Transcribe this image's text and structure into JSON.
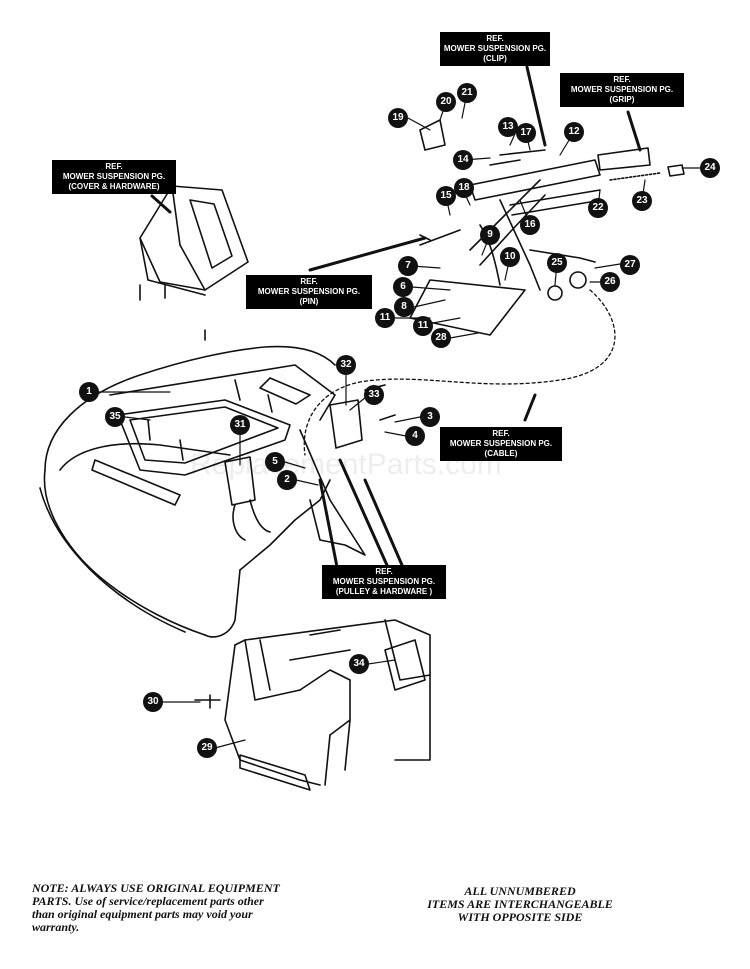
{
  "watermark": "ReplacementParts.com",
  "ref_labels": {
    "clip": {
      "l1": "REF.",
      "l2": "MOWER SUSPENSION PG.",
      "l3": "(CLIP)"
    },
    "grip": {
      "l1": "REF.",
      "l2": "MOWER SUSPENSION PG.",
      "l3": "(GRIP)"
    },
    "cover": {
      "l1": "REF.",
      "l2": "MOWER SUSPENSION PG.",
      "l3": "(COVER & HARDWARE)"
    },
    "pin": {
      "l1": "REF.",
      "l2": "MOWER SUSPENSION PG.",
      "l3": "(PIN)"
    },
    "cable": {
      "l1": "REF.",
      "l2": "MOWER SUSPENSION PG.",
      "l3": "(CABLE)"
    },
    "pulley": {
      "l1": "REF.",
      "l2": "MOWER SUSPENSION PG.",
      "l3": "(PULLEY & HARDWARE )"
    }
  },
  "callouts": [
    "1",
    "2",
    "3",
    "4",
    "5",
    "6",
    "7",
    "8",
    "9",
    "10",
    "11",
    "11",
    "12",
    "13",
    "14",
    "15",
    "16",
    "17",
    "18",
    "19",
    "20",
    "21",
    "22",
    "23",
    "24",
    "25",
    "26",
    "27",
    "28",
    "29",
    "30",
    "31",
    "32",
    "33",
    "34",
    "35"
  ],
  "notes": {
    "left_l1": "NOTE: ALWAYS USE ORIGINAL EQUIPMENT",
    "left_l2": "PARTS. Use of service/replacement parts other",
    "left_l3": "than original equipment parts may void your",
    "left_l4": "warranty.",
    "right_l1": "ALL UNNUMBERED",
    "right_l2": "ITEMS ARE INTERCHANGEABLE",
    "right_l3": "WITH OPPOSITE SIDE"
  }
}
